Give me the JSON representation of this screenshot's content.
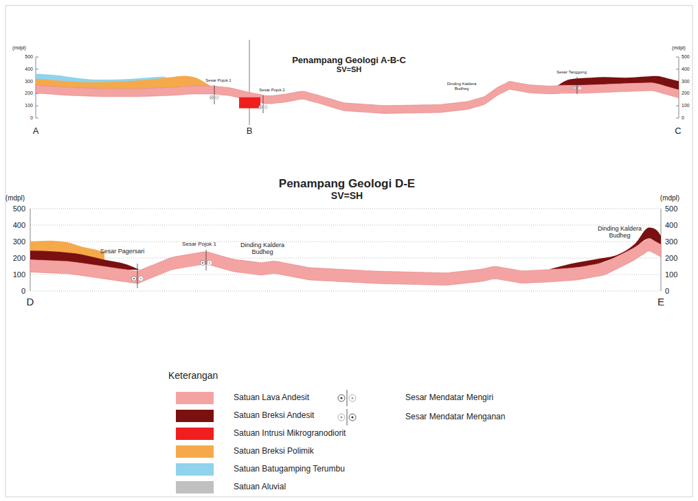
{
  "diagram": {
    "labels": [
      "Penampang Geologi A-B-C",
      "SV=SH",
      "(mdpl)",
      "(mdpl)",
      "500",
      "400",
      "300",
      "200",
      "100",
      "0",
      "500",
      "400",
      "300",
      "200",
      "100",
      "0",
      "A",
      "B",
      "C",
      "Sesar Pojok 1",
      "Sesar Pojok 2",
      "Dinding Kaldera Budheg",
      "Sesar Tanggung",
      "Penampang Geologi D-E",
      "SV=SH",
      "(mdpl)",
      "(mdpl)",
      "500",
      "400",
      "300",
      "200",
      "100",
      "0",
      "500",
      "400",
      "300",
      "200",
      "100",
      "0",
      "D",
      "E",
      "Sesar Pagersari",
      "Sesar Pojok 1",
      "Dinding Kaldera Budheg",
      "Dinding Kaldera Budheg",
      "Keterangan"
    ],
    "legend": [
      {
        "text": "Satuan Lava Andesit",
        "color": "#f4a3a3"
      },
      {
        "text": "Satuan Breksi Andesit",
        "color": "#7b1010"
      },
      {
        "text": "Satuan Intrusi Mikrogranodiorit",
        "color": "#f01e1e"
      },
      {
        "text": "Satuan Breksi Polimik",
        "color": "#f5a94a"
      },
      {
        "text": "Satuan Batugamping Terumbu",
        "color": "#8fd3ec"
      },
      {
        "text": "Satuan Aluvial",
        "color": "#c0c0c0"
      },
      {
        "text": "Sesar Mendatar Mengiri"
      },
      {
        "text": "Sesar Mendatar Menganan"
      }
    ]
  }
}
